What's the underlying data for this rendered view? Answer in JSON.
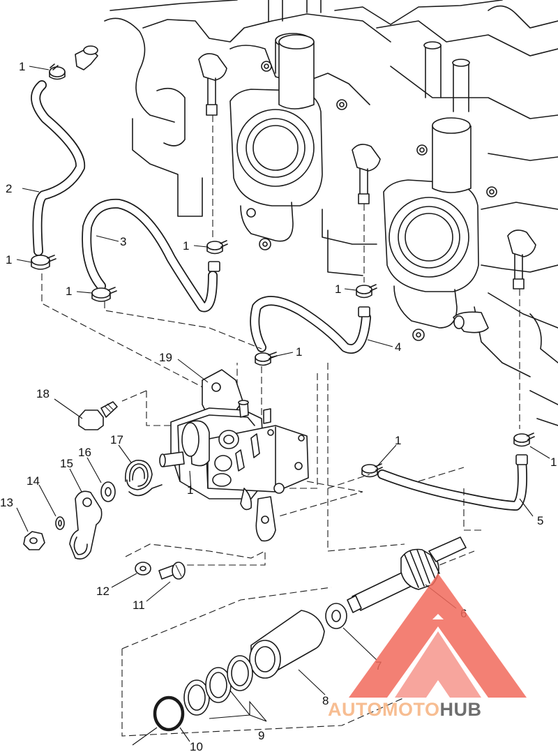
{
  "diagram": {
    "callouts": [
      {
        "id": "c1a",
        "text": "1"
      },
      {
        "id": "c2",
        "text": "2"
      },
      {
        "id": "c1b",
        "text": "1"
      },
      {
        "id": "c3",
        "text": "3"
      },
      {
        "id": "c1c",
        "text": "1"
      },
      {
        "id": "c1d",
        "text": "1"
      },
      {
        "id": "c1e",
        "text": "1"
      },
      {
        "id": "c1f",
        "text": "1"
      },
      {
        "id": "c4",
        "text": "4"
      },
      {
        "id": "c19",
        "text": "19"
      },
      {
        "id": "c18",
        "text": "18"
      },
      {
        "id": "c17",
        "text": "17"
      },
      {
        "id": "c16",
        "text": "16"
      },
      {
        "id": "c15",
        "text": "15"
      },
      {
        "id": "c14",
        "text": "14"
      },
      {
        "id": "c13",
        "text": "13"
      },
      {
        "id": "c1g",
        "text": "1"
      },
      {
        "id": "c1h",
        "text": "1"
      },
      {
        "id": "c1i",
        "text": "1"
      },
      {
        "id": "c5",
        "text": "5"
      },
      {
        "id": "c12",
        "text": "12"
      },
      {
        "id": "c11",
        "text": "11"
      },
      {
        "id": "c6",
        "text": "6"
      },
      {
        "id": "c7",
        "text": "7"
      },
      {
        "id": "c8",
        "text": "8"
      },
      {
        "id": "c9",
        "text": "9"
      },
      {
        "id": "c10",
        "text": "10"
      }
    ]
  },
  "watermark": {
    "part1": "AUTOMOTO",
    "part2": "HUB",
    "color_primary": "#f26a5c",
    "color_secondary": "#f6b27f",
    "color_dark": "#555555"
  }
}
